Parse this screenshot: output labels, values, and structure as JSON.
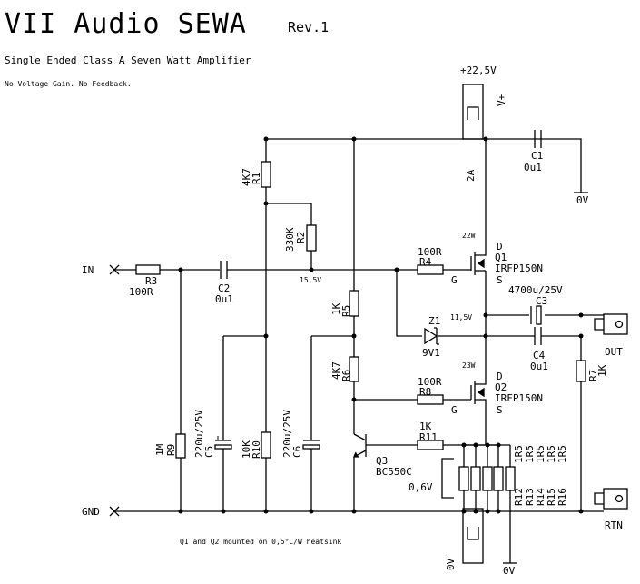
{
  "header": {
    "title": "VII Audio SEWA",
    "revision": "Rev.1",
    "subtitle": "Single Ended Class A Seven Watt Amplifier",
    "note": "No Voltage Gain. No Feedback.",
    "footnote": "Q1 and Q2 mounted on 0,5°C/W heatsink"
  },
  "nets": {
    "supply": "+22,5V",
    "supply_tag": "V+",
    "ground": "0V",
    "in": "IN",
    "gnd": "GND",
    "out": "OUT",
    "rtn": "RTN",
    "v_r2": "15,5V",
    "v_out": "11,5V",
    "v_q3": "0,6V",
    "current": "2A"
  },
  "parts": {
    "r1": {
      "ref": "R1",
      "value": "4K7"
    },
    "r2": {
      "ref": "R2",
      "value": "330K"
    },
    "r3": {
      "ref": "R3",
      "value": "100R"
    },
    "r4": {
      "ref": "R4",
      "value": "100R"
    },
    "r5": {
      "ref": "R5",
      "value": "1K"
    },
    "r6": {
      "ref": "R6",
      "value": "4K7"
    },
    "r7": {
      "ref": "R7",
      "value": "1K"
    },
    "r8": {
      "ref": "R8",
      "value": "100R"
    },
    "r9": {
      "ref": "R9",
      "value": "1M"
    },
    "r10": {
      "ref": "R10",
      "value": "10K"
    },
    "r11": {
      "ref": "R11",
      "value": "1K"
    },
    "r12": {
      "ref": "R12",
      "value": "1R5"
    },
    "r13": {
      "ref": "R13",
      "value": "1R5"
    },
    "r14": {
      "ref": "R14",
      "value": "1R5"
    },
    "r15": {
      "ref": "R15",
      "value": "1R5"
    },
    "r16": {
      "ref": "R16",
      "value": "1R5"
    },
    "c1": {
      "ref": "C1",
      "value": "0u1"
    },
    "c2": {
      "ref": "C2",
      "value": "0u1"
    },
    "c3": {
      "ref": "C3",
      "value": "4700u/25V"
    },
    "c4": {
      "ref": "C4",
      "value": "0u1"
    },
    "c5": {
      "ref": "C5",
      "value": "220u/25V"
    },
    "c6": {
      "ref": "C6",
      "value": "220u/25V"
    },
    "q1": {
      "ref": "Q1",
      "part": "IRFP150N",
      "power": "22W",
      "d": "D",
      "g": "G",
      "s": "S"
    },
    "q2": {
      "ref": "Q2",
      "part": "IRFP150N",
      "power": "23W",
      "d": "D",
      "g": "G",
      "s": "S"
    },
    "q3": {
      "ref": "Q3",
      "part": "BC550C"
    },
    "z1": {
      "ref": "Z1",
      "value": "9V1"
    }
  }
}
